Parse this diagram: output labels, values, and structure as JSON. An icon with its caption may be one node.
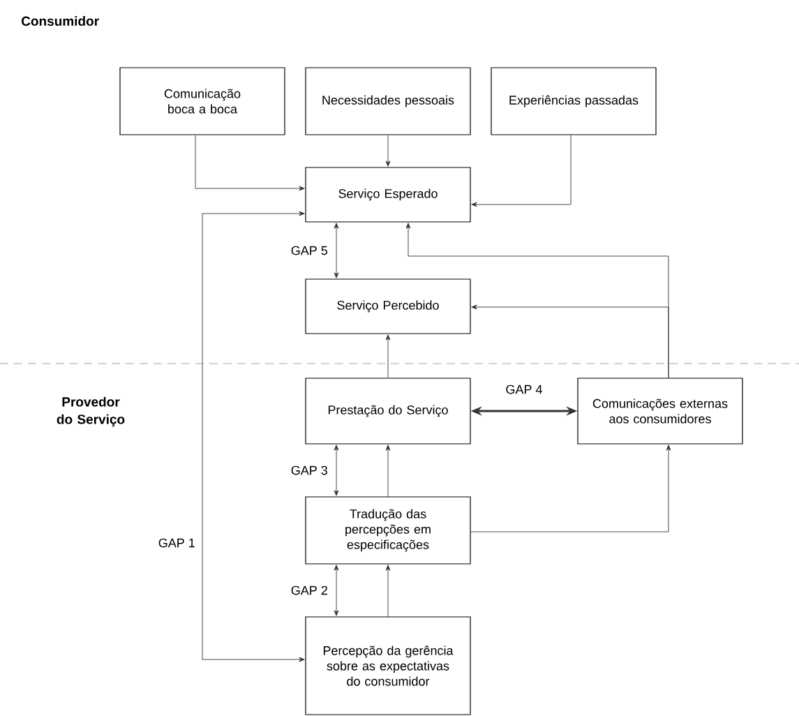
{
  "diagram": {
    "nodes": [
      {
        "text": [
          "Comunicação boca a boca"
        ]
      },
      {
        "text": [
          "Necessidades pessoais"
        ]
      },
      {
        "text": [
          "Experiências passadas"
        ]
      },
      {
        "text": [
          "Serviço Esperado"
        ]
      },
      {
        "text": [
          "Serviço Percebido"
        ]
      },
      {
        "text": [
          "Prestação do Serviço"
        ]
      },
      {
        "text": [
          "Comunicações externas aos consumidores"
        ]
      },
      {
        "text": [
          "Tradução das percepções em especificações"
        ]
      },
      {
        "text": [
          "Percepção da gerência sobre as expectativas do consumidor"
        ]
      }
    ],
    "edges": [
      {
        "from": 0,
        "to": 3,
        "arrow": "to"
      },
      {
        "from": 1,
        "to": 3,
        "arrow": "to"
      },
      {
        "from": 2,
        "to": 3,
        "arrow": "to"
      },
      {
        "from": 3,
        "to": 4,
        "arrow": "both",
        "label": "GAP 5"
      },
      {
        "from": 6,
        "to": 3,
        "arrow": "to"
      },
      {
        "from": 6,
        "to": 4,
        "arrow": "to"
      },
      {
        "from": 5,
        "to": 4,
        "arrow": "to"
      },
      {
        "from": 5,
        "to": 6,
        "arrow": "both",
        "label": "GAP 4",
        "style": "thick"
      },
      {
        "from": 5,
        "to": 7,
        "arrow": "both",
        "label": "GAP 3"
      },
      {
        "from": 7,
        "to": 5,
        "arrow": "to"
      },
      {
        "from": 7,
        "to": 6,
        "arrow": "to"
      },
      {
        "from": 7,
        "to": 8,
        "arrow": "both",
        "label": "GAP 2"
      },
      {
        "from": 8,
        "to": 7,
        "arrow": "to"
      },
      {
        "from": 3,
        "to": 8,
        "arrow": "both",
        "label": "GAP 1"
      }
    ],
    "labels": [
      "Consumidor",
      "Provedor do Serviço"
    ]
  }
}
